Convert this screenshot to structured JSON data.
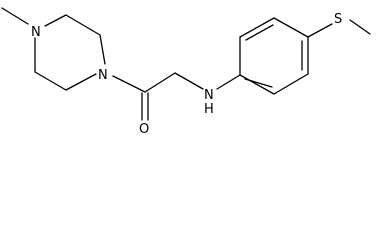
{
  "molecule": {
    "atoms": {
      "n_methyl": "N",
      "n_amide": "N",
      "o_carbonyl": "O",
      "n_amine": "N",
      "h_amine": "H",
      "s_thioether": "S"
    }
  },
  "colors": {
    "bond": "#000000",
    "text": "#000000",
    "background": "#ffffff"
  }
}
